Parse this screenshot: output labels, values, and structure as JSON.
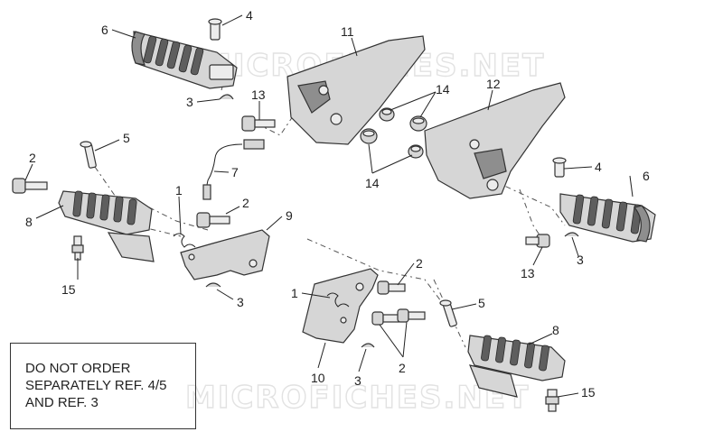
{
  "watermark": "MICROFICHES.NET",
  "note": {
    "line1": "DO NOT ORDER",
    "line2": "SEPARATELY REF. 4/5",
    "line3": "AND REF. 3"
  },
  "labels": {
    "l6a": "6",
    "l4a": "4",
    "l3a": "3",
    "l13a": "13",
    "l11": "11",
    "l14a": "14",
    "l14b": "14",
    "l12": "12",
    "l4b": "4",
    "l6b": "6",
    "l5a": "5",
    "l2a": "2",
    "l7": "7",
    "l1a": "1",
    "l2b": "2",
    "l8a": "8",
    "l9": "9",
    "l15a": "15",
    "l3b": "3",
    "l13b": "13",
    "l3c": "3",
    "l2c": "2",
    "l1b": "1",
    "l5b": "5",
    "l8b": "8",
    "l10": "10",
    "l3d": "3",
    "l2d": "2",
    "l15b": "15"
  }
}
